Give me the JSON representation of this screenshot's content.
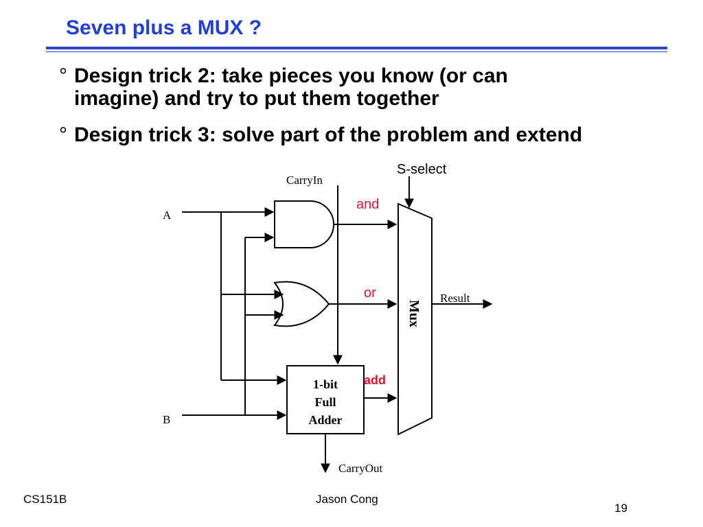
{
  "slide": {
    "title": "Seven plus a MUX ?",
    "bullets": [
      {
        "mark": "°",
        "text": "Design trick 2: take pieces you know (or can imagine) and try to put them together"
      },
      {
        "mark": "°",
        "text": "Design trick 3: solve part of the problem and extend"
      }
    ]
  },
  "diagram": {
    "labels": {
      "carry_in": "CarryIn",
      "s_select": "S-select",
      "input_a": "A",
      "input_b": "B",
      "and": "and",
      "or": "or",
      "add": "add",
      "result": "Result",
      "carry_out": "CarryOut",
      "mux": "Mux",
      "adder_line1": "1-bit",
      "adder_line2": "Full",
      "adder_line3": "Adder"
    },
    "colors": {
      "op_label": "#e8102a",
      "title": "#1f3fd6"
    }
  },
  "footer": {
    "left": "CS151B",
    "center": "Jason Cong",
    "page": "19"
  }
}
